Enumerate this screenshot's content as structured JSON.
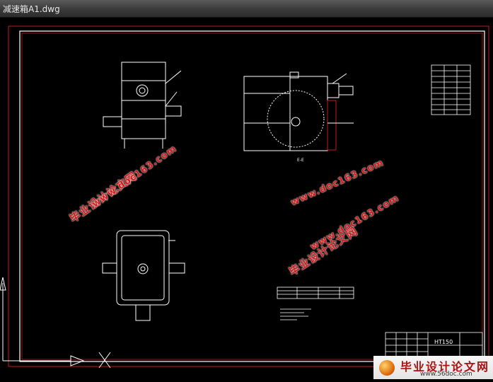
{
  "window": {
    "title": "减速箱A1.dwg"
  },
  "title_block": {
    "material": "HT150"
  },
  "views": {
    "section_label": "E-E"
  },
  "watermarks": {
    "site_text": "毕业设计论文网",
    "url_text": "www.doc163.com"
  },
  "logo": {
    "text": "毕业设计论文网",
    "url": "www.56doc.com"
  },
  "colors": {
    "frame_red": "#c41a1a",
    "line_white": "#ffffff",
    "watermark_red": "#d01a1a"
  }
}
